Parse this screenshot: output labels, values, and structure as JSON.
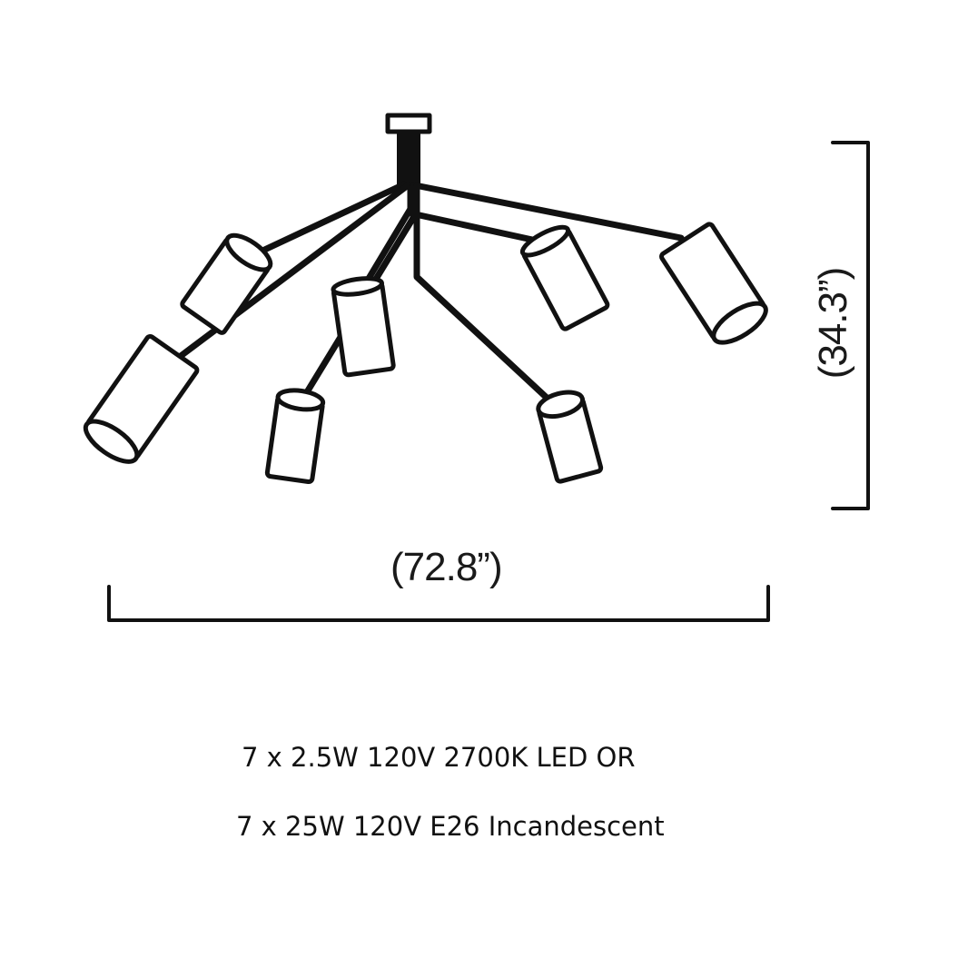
{
  "diagram": {
    "title": "Chandelier dimension drawing",
    "fixture": {
      "canopy": "ceiling-canopy",
      "arm_count": 7,
      "shade_shape": "cylinder"
    },
    "dimensions": {
      "width_label": "(72.8”)",
      "height_label": "(34.3”)"
    },
    "specs": {
      "line1": "7 x 2.5W 120V 2700K LED  OR",
      "line2": "7 x 25W 120V E26 Incandescent"
    },
    "colors": {
      "stroke": "#111111",
      "background": "#ffffff"
    }
  }
}
